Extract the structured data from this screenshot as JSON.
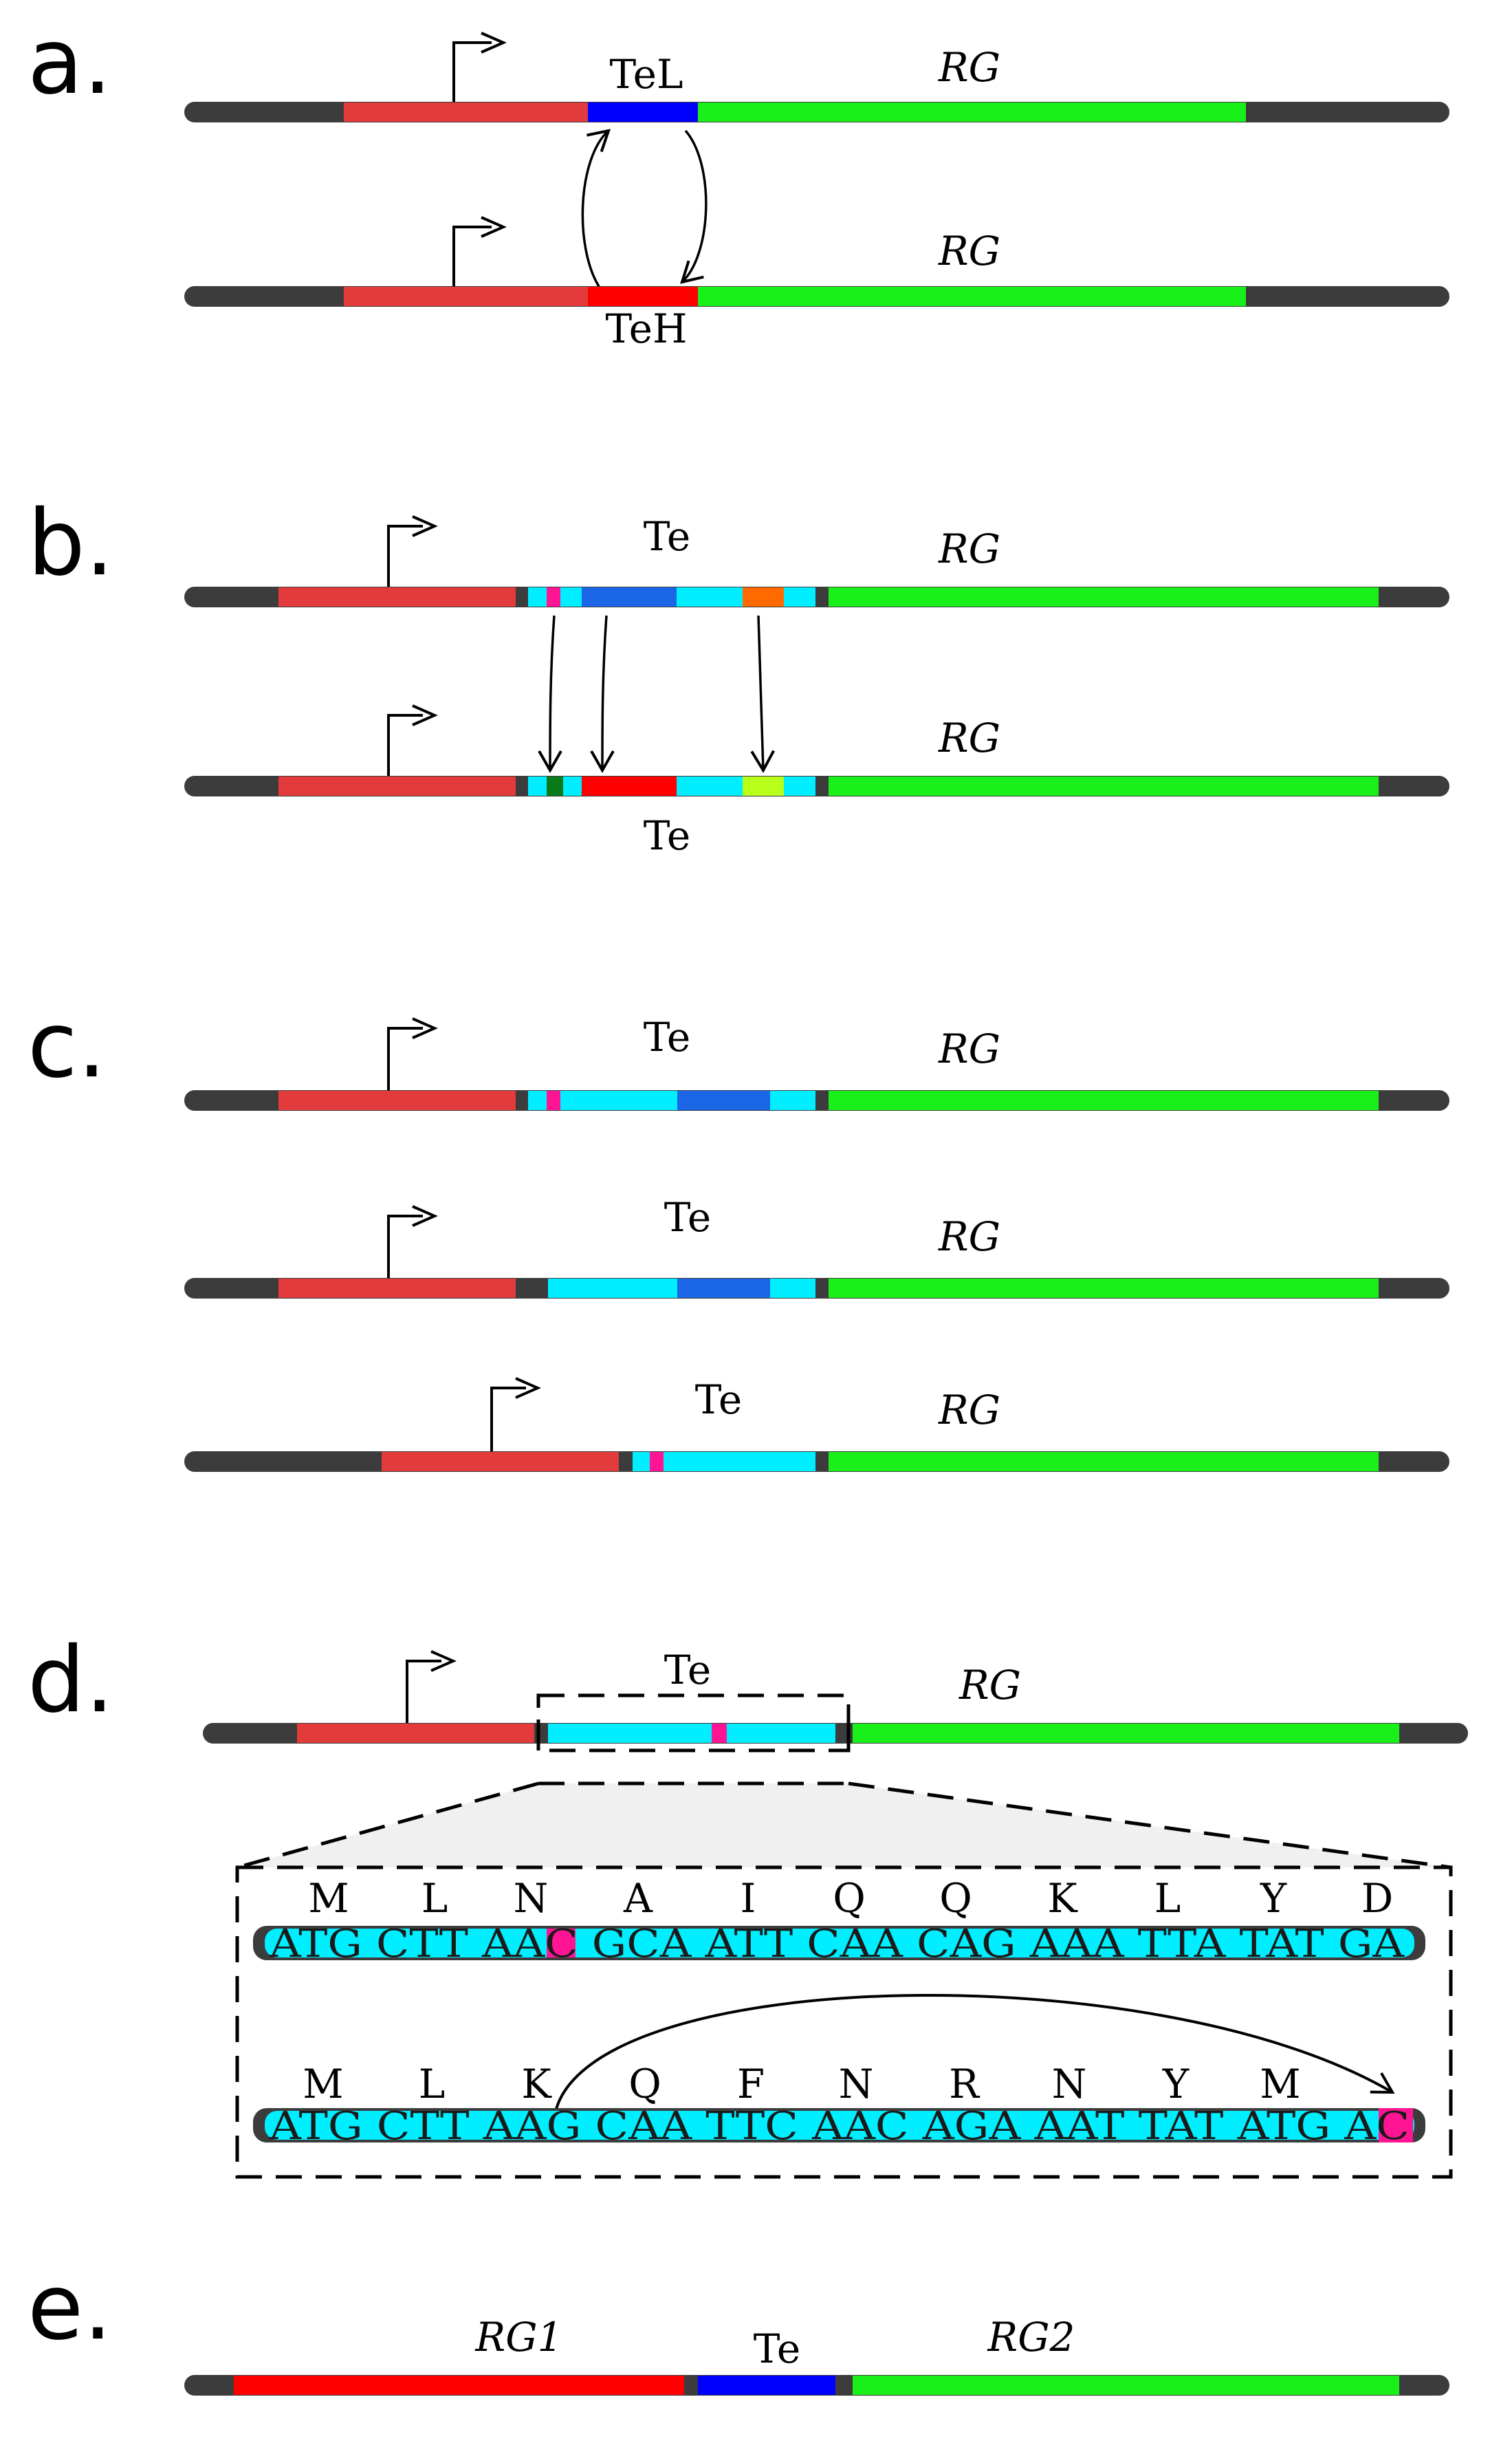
{
  "colors": {
    "backbone": "#3c3c3c",
    "promoter_region": "#e33b3b",
    "reporter_gene": "#19f019",
    "tag_light": "#0000ff",
    "tag_heavy": "#ff0000",
    "tag_base": "#00eeff",
    "mark_magenta": "#ff1493",
    "mark_blue": "#1a66e6",
    "mark_orange": "#ff6a00",
    "mark_darkgreen": "#0a7a1a",
    "mark_lime": "#b8ff1a"
  },
  "panels": {
    "a": {
      "letter": "a.",
      "top": {
        "te": "TeL",
        "rg": "RG"
      },
      "bottom": {
        "te": "TeH",
        "rg": "RG"
      }
    },
    "b": {
      "letter": "b.",
      "top": {
        "te": "Te",
        "rg": "RG"
      },
      "bottom": {
        "te": "Te",
        "rg": "RG"
      }
    },
    "c": {
      "letter": "c.",
      "row1": {
        "te": "Te",
        "rg": "RG"
      },
      "row2": {
        "te": "Te",
        "rg": "RG"
      },
      "row3": {
        "te": "Te",
        "rg": "RG"
      }
    },
    "d": {
      "letter": "d.",
      "te": "Te",
      "rg": "RG",
      "line1_aa": [
        "M",
        "L",
        "N",
        "A",
        "I",
        "Q",
        "Q",
        "K",
        "L",
        "Y",
        "D"
      ],
      "line1_seq_a": "ATG CTT AA",
      "line1_seq_mut": "C",
      "line1_seq_b": " GCA ATT CAA CAG AAA TTA TAT GA",
      "line2_aa": [
        "M",
        "L",
        "K",
        "Q",
        "F",
        "N",
        "R",
        "N",
        "Y",
        "M"
      ],
      "line2_seq_a": "ATG CTT AAG CAA TTC AAC AGA AAT TAT ATG A",
      "line2_seq_mut": "C"
    },
    "e": {
      "letter": "e.",
      "rg1": "RG1",
      "te": "Te",
      "rg2": "RG2"
    }
  }
}
